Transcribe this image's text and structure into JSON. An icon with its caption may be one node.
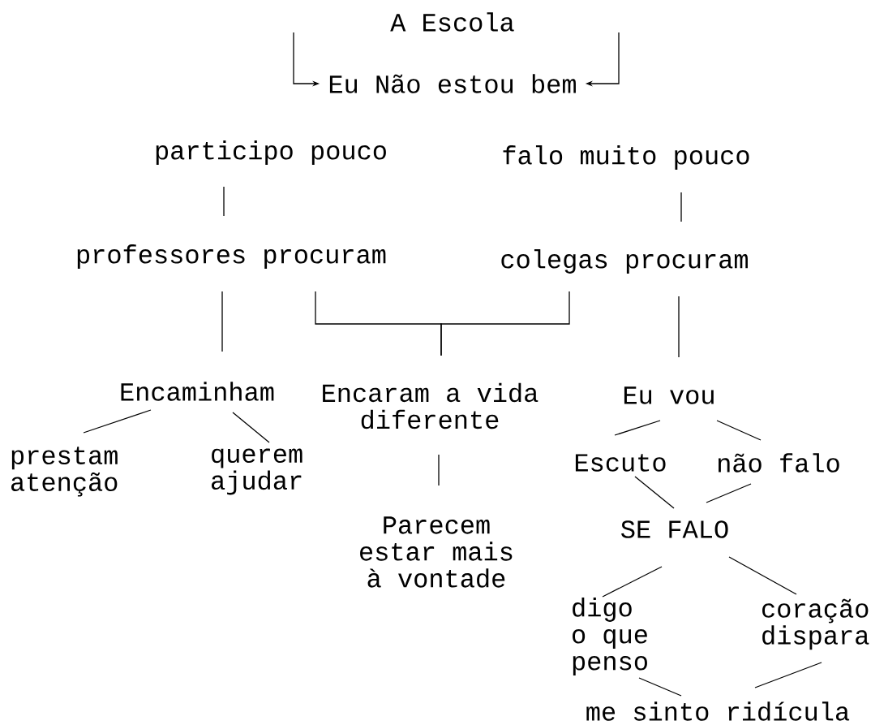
{
  "diagram": {
    "nodes": [
      {
        "text": [
          "A Escola"
        ]
      },
      {
        "text": [
          "Eu Não estou bem"
        ]
      },
      {
        "text": [
          "participo pouco"
        ]
      },
      {
        "text": [
          "falo muito pouco"
        ]
      },
      {
        "text": [
          "professores procuram"
        ]
      },
      {
        "text": [
          "colegas procuram"
        ]
      },
      {
        "text": [
          "Encaminham"
        ]
      },
      {
        "text": [
          "Encaram a vida diferente"
        ]
      },
      {
        "text": [
          "Eu vou"
        ]
      },
      {
        "text": [
          "prestam atenção"
        ]
      },
      {
        "text": [
          "querem ajudar"
        ]
      },
      {
        "text": [
          "Escuto"
        ]
      },
      {
        "text": [
          "não falo"
        ]
      },
      {
        "text": [
          "Parecem estar mais à vontade"
        ]
      },
      {
        "text": [
          "SE FALO"
        ]
      },
      {
        "text": [
          "digo o que penso"
        ]
      },
      {
        "text": [
          "coração dispara"
        ]
      },
      {
        "text": [
          "me sinto ridícula"
        ]
      }
    ],
    "edges": [
      {
        "from": null,
        "to": 1,
        "arrow": "to"
      },
      {
        "from": null,
        "to": 1,
        "arrow": "to"
      },
      {
        "from": 2,
        "to": 4,
        "arrow": "none"
      },
      {
        "from": 3,
        "to": 5,
        "arrow": "none"
      },
      {
        "from": 4,
        "to": 6,
        "arrow": "none"
      },
      {
        "from": 4,
        "to": 7,
        "arrow": "none"
      },
      {
        "from": 5,
        "to": 7,
        "arrow": "none"
      },
      {
        "from": 5,
        "to": 8,
        "arrow": "none"
      },
      {
        "from": 6,
        "to": 9,
        "arrow": "none"
      },
      {
        "from": 6,
        "to": 10,
        "arrow": "none"
      },
      {
        "from": 7,
        "to": 13,
        "arrow": "none"
      },
      {
        "from": 8,
        "to": 11,
        "arrow": "none"
      },
      {
        "from": 8,
        "to": 12,
        "arrow": "none"
      },
      {
        "from": 11,
        "to": 14,
        "arrow": "none"
      },
      {
        "from": 12,
        "to": 14,
        "arrow": "none"
      },
      {
        "from": 14,
        "to": 15,
        "arrow": "none"
      },
      {
        "from": 14,
        "to": 16,
        "arrow": "none"
      },
      {
        "from": 15,
        "to": 17,
        "arrow": "none"
      },
      {
        "from": 16,
        "to": 17,
        "arrow": "none"
      }
    ]
  }
}
